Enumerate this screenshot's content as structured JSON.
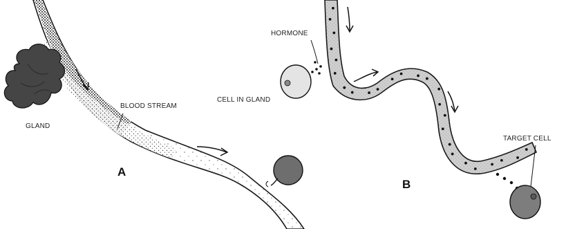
{
  "panel_a": {
    "letter": "A",
    "gland_label": "GLAND",
    "blood_stream_label": "BLOOD STREAM"
  },
  "panel_b": {
    "letter": "B",
    "hormone_label": "HORMONE",
    "cell_in_gland_label": "CELL IN GLAND",
    "target_cell_label": "TARGET CELL"
  },
  "colors": {
    "ink": "#1a1a1a",
    "gland_fill": "#4a4a4a",
    "cell_fill": "#e4e4e4",
    "target_fill": "#7d7d7d",
    "vessel_fill": "#c9c9c9"
  }
}
